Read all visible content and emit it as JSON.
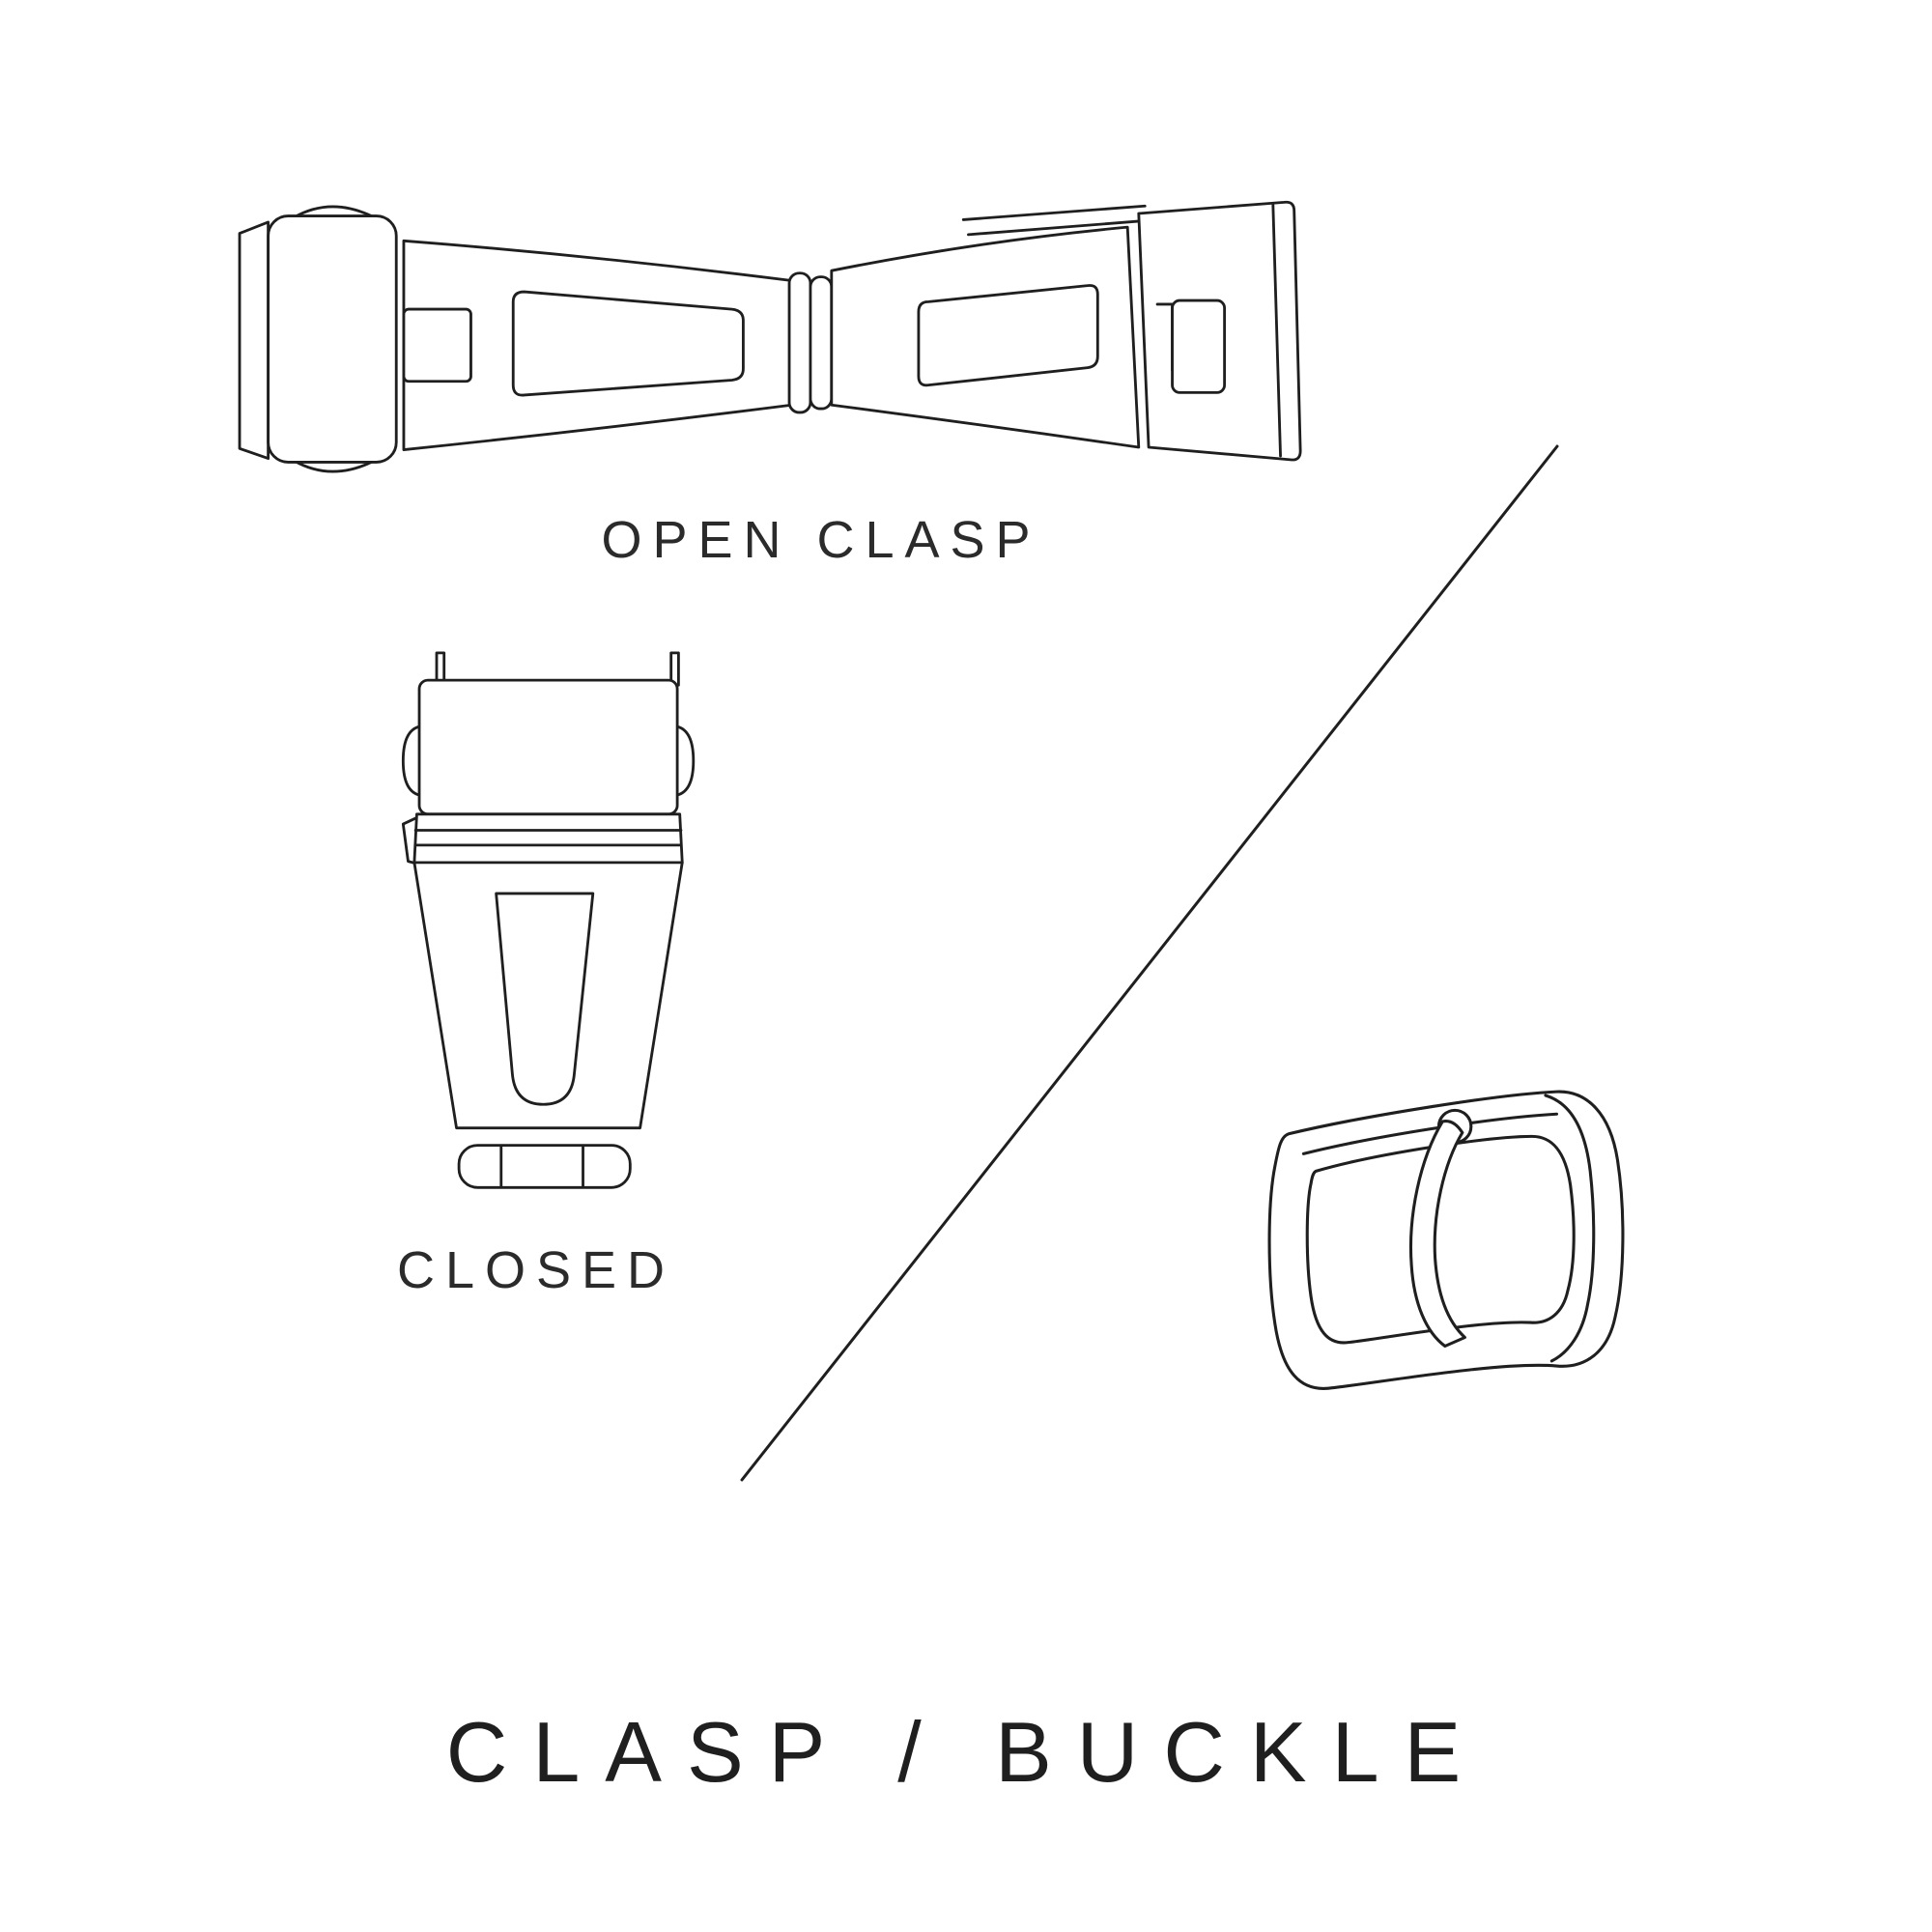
{
  "page": {
    "background_color": "#ffffff",
    "line_color": "#1f1f1f",
    "text_color": "#2b2b2b"
  },
  "diagram": {
    "title": "CLASP / BUCKLE",
    "labels": {
      "open_clasp": "OPEN CLASP",
      "closed": "CLOSED"
    },
    "sections": [
      {
        "id": "open-clasp",
        "label": "OPEN CLASP",
        "illustration": "open-clasp-illustration"
      },
      {
        "id": "closed-clasp",
        "label": "CLOSED",
        "illustration": "closed-clasp-illustration"
      },
      {
        "id": "buckle",
        "label": "",
        "illustration": "buckle-illustration"
      }
    ]
  }
}
